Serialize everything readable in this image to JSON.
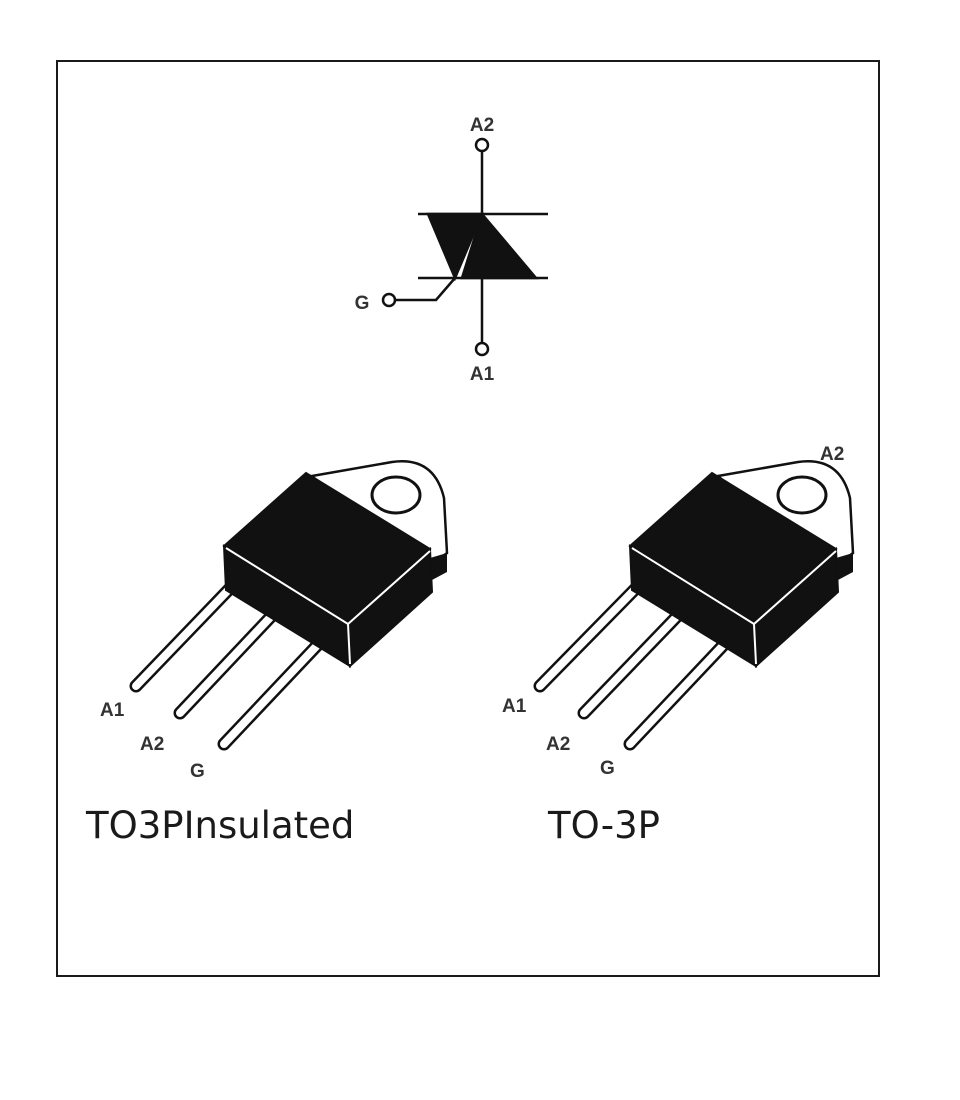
{
  "symbol": {
    "terminal_top": "A2",
    "terminal_bottom": "A1",
    "terminal_gate": "G"
  },
  "packages": [
    {
      "name": "TO3PInsulated",
      "tab_label": "",
      "pin_labels": [
        "A1",
        "A2",
        "G"
      ]
    },
    {
      "name": "TO-3P",
      "tab_label": "A2",
      "pin_labels": [
        "A1",
        "A2",
        "G"
      ]
    }
  ],
  "colors": {
    "ink": "#111111",
    "label": "#333333",
    "border": "#1a1a1a"
  }
}
